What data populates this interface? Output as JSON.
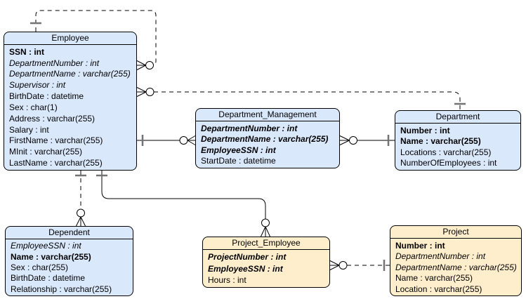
{
  "colors": {
    "entity_blue_fill": "#dae8fc",
    "entity_yellow_fill": "#ffeecc",
    "entity_border": "#000000",
    "connector_line": "#000000",
    "one_tick": "#737373"
  },
  "tables": {
    "employee": {
      "title": "Employee",
      "fields": [
        {
          "label": "SSN : int",
          "role": "pk"
        },
        {
          "label": "DepartmentNumber : int",
          "role": "fk"
        },
        {
          "label": "DepartmentName : varchar(255)",
          "role": "fk"
        },
        {
          "label": "Supervisor : int",
          "role": "fk"
        },
        {
          "label": "BirthDate : datetime",
          "role": "attr"
        },
        {
          "label": "Sex : char(1)",
          "role": "attr"
        },
        {
          "label": "Address : varchar(255)",
          "role": "attr"
        },
        {
          "label": "Salary : int",
          "role": "attr"
        },
        {
          "label": "FirstName : varchar(255)",
          "role": "attr"
        },
        {
          "label": "MInit : varchar(255)",
          "role": "attr"
        },
        {
          "label": "LastName : varchar(255)",
          "role": "attr"
        }
      ]
    },
    "department_management": {
      "title": "Department_Management",
      "fields": [
        {
          "label": "DepartmentNumber : int",
          "role": "pkfk"
        },
        {
          "label": "DepartmentName : varchar(255)",
          "role": "pkfk"
        },
        {
          "label": "EmployeeSSN : int",
          "role": "pkfk"
        },
        {
          "label": "StartDate : datetime",
          "role": "attr"
        }
      ]
    },
    "department": {
      "title": "Department",
      "fields": [
        {
          "label": "Number : int",
          "role": "pk"
        },
        {
          "label": "Name : varchar(255)",
          "role": "pk"
        },
        {
          "label": "Locations : varchar(255)",
          "role": "attr"
        },
        {
          "label": "NumberOfEmployees : int",
          "role": "attr"
        }
      ]
    },
    "dependent": {
      "title": "Dependent",
      "fields": [
        {
          "label": "EmployeeSSN : int",
          "role": "fk"
        },
        {
          "label": "Name : varchar(255)",
          "role": "pk"
        },
        {
          "label": "Sex : char(255)",
          "role": "attr"
        },
        {
          "label": "BirthDate : datetime",
          "role": "attr"
        },
        {
          "label": "Relationship : varchar(255)",
          "role": "attr"
        }
      ]
    },
    "project_employee": {
      "title": "Project_Employee",
      "fields": [
        {
          "label": "ProjectNumber : int",
          "role": "pkfk"
        },
        {
          "label": "EmployeeSSN : int",
          "role": "pkfk"
        },
        {
          "label": "Hours : int",
          "role": "attr"
        }
      ]
    },
    "project": {
      "title": "Project",
      "fields": [
        {
          "label": "Number : int",
          "role": "pk"
        },
        {
          "label": "DepartmentNumber : int",
          "role": "fk"
        },
        {
          "label": "DepartmentName : varchar(255)",
          "role": "fk"
        },
        {
          "label": "Name : varchar(255)",
          "role": "attr"
        },
        {
          "label": "Location : varchar(255)",
          "role": "attr"
        }
      ]
    }
  },
  "relationships": [
    {
      "from": "Employee",
      "to": "Employee",
      "from_cardinality": "one",
      "to_cardinality": "zero-or-many",
      "line": "dashed"
    },
    {
      "from": "Department",
      "to": "Employee",
      "from_cardinality": "one",
      "to_cardinality": "zero-or-many",
      "line": "dashed"
    },
    {
      "from": "Employee",
      "to": "Department_Management",
      "from_cardinality": "one",
      "to_cardinality": "zero-or-many",
      "line": "solid"
    },
    {
      "from": "Department",
      "to": "Department_Management",
      "from_cardinality": "one",
      "to_cardinality": "zero-or-many",
      "line": "solid"
    },
    {
      "from": "Employee",
      "to": "Dependent",
      "from_cardinality": "one",
      "to_cardinality": "zero-or-many",
      "line": "dashed"
    },
    {
      "from": "Employee",
      "to": "Project_Employee",
      "from_cardinality": "one",
      "to_cardinality": "zero-or-many",
      "line": "solid"
    },
    {
      "from": "Project",
      "to": "Project_Employee",
      "from_cardinality": "one",
      "to_cardinality": "zero-or-many",
      "line": "dashed"
    }
  ]
}
